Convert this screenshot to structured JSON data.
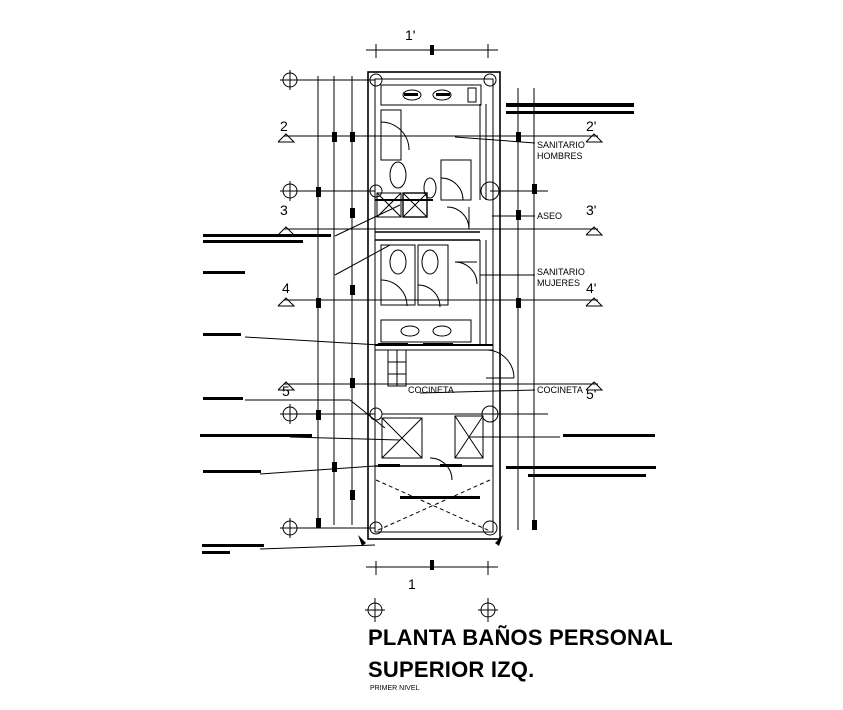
{
  "drawing": {
    "title_line1": "PLANTA BAÑOS PERSONAL",
    "title_line2": "SUPERIOR IZQ.",
    "subtitle": "PRIMER NIVEL"
  },
  "axes": {
    "top": "1'",
    "bottom": "1",
    "row2_left": "2",
    "row2_right": "2'",
    "row3_left": "3",
    "row3_right": "3'",
    "row4_left": "4",
    "row4_right": "4'",
    "row5_left": "5",
    "row5_right": "5'"
  },
  "rooms": {
    "sanitario_hombres_1": "SANITARIO",
    "sanitario_hombres_2": "HOMBRES",
    "aseo": "ASEO",
    "sanitario_mujeres_1": "SANITARIO",
    "sanitario_mujeres_2": "MUJERES",
    "cocineta_left": "COCINETA",
    "cocineta_right": "COCINETA"
  }
}
